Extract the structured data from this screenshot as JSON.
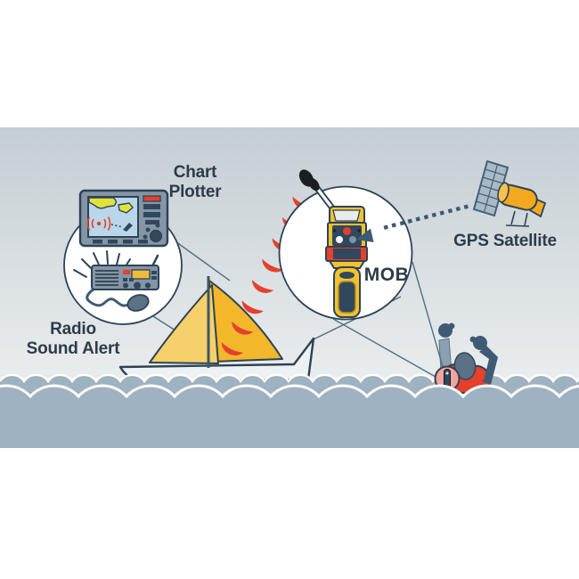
{
  "diagram": {
    "description": "Man overboard (MOB) beacon alert system illustration",
    "labels": {
      "chart_plotter_line1": "Chart",
      "chart_plotter_line2": "Plotter",
      "radio_line1": "Radio",
      "radio_line2": "Sound Alert",
      "mob": "MOB",
      "gps_satellite": "GPS Satellite"
    },
    "components": [
      "chart-plotter",
      "radio-sound-alert",
      "sailboat",
      "mob-beacon-device",
      "gps-satellite",
      "swimmer-in-water",
      "radio-signal-arcs",
      "satellite-dotted-arrow"
    ]
  },
  "colors": {
    "text": "#2e3b48",
    "outline": "#2e4255",
    "line": "#52707f",
    "arrow": "#3c5a74",
    "red": "#e5402c",
    "yellow_device": "#f1c230",
    "sail_light": "#f6d06b",
    "sail_dark": "#f3b72b",
    "orange_sat": "#f2a91f",
    "navy": "#31475e",
    "steel": "#8496a5",
    "screen_blue": "#b9d7e8",
    "land": "#e2e23c",
    "amber": "#f2bc3a",
    "water": "#9fb2c1",
    "sky_top": "#c4ced4",
    "sky_bottom": "#eaedee",
    "arm_light": "#8ba1b2",
    "arm_dark": "#3f5b74",
    "head": "#5b7284",
    "pink": "#f2a59b",
    "hull": "#eef1f2",
    "panel_gray": "#a9bac6",
    "black": "#1b1f24"
  }
}
